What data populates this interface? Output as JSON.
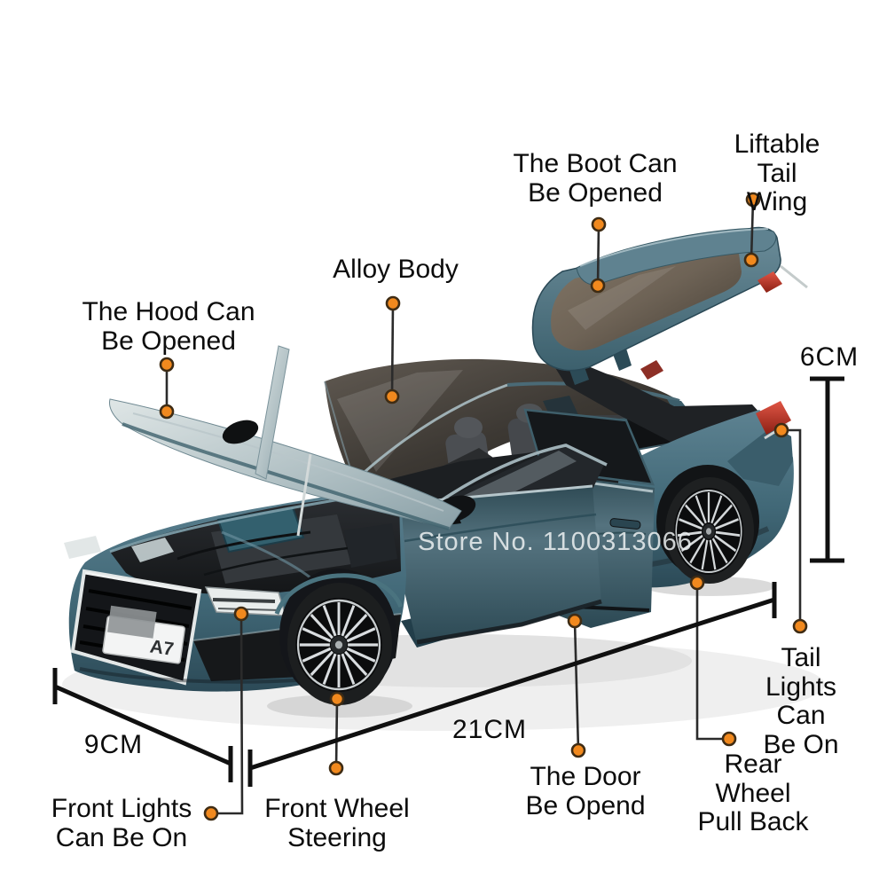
{
  "image": {
    "alt": "Teal blue die-cast Audi A7 model car shown with hood, four doors and liftback boot open, surrounded by feature callouts and size dimensions"
  },
  "watermark": {
    "text": "Store No. 1100313066"
  },
  "license_plate": {
    "text": "A7"
  },
  "callouts": {
    "boot": {
      "label": "The Boot Can\nBe Opened"
    },
    "tail_wing": {
      "label": "Liftable Tail\nWing"
    },
    "alloy_body": {
      "label": "Alloy Body"
    },
    "hood": {
      "label": "The Hood Can\nBe Opened"
    },
    "tail_lights": {
      "label": "Tail Lights\nCan Be On"
    },
    "rear_wheel_pull_back": {
      "label": "Rear Wheel\nPull Back"
    },
    "door": {
      "label": "The Door\nBe Opend"
    },
    "front_wheel_steering": {
      "label": "Front Wheel\nSteering"
    },
    "front_lights": {
      "label": "Front Lights\nCan Be On"
    }
  },
  "dimensions": {
    "height_label": "6CM",
    "front_width_label": "9CM",
    "length_label": "21CM"
  },
  "colors": {
    "background": "#ffffff",
    "label_text": "#0c0c0c",
    "connector_line": "#2b2b2b",
    "dimension_line": "#101010",
    "callout_dot": "#f1891e",
    "callout_dot_ring": "#3f2c14",
    "watermark_text": "#edf1f2",
    "car_body": "#3f6b7c",
    "car_body_dark": "#2c4a57",
    "boot_glass_smoke": "#6e6356",
    "tail_light_red": "#c24534"
  }
}
